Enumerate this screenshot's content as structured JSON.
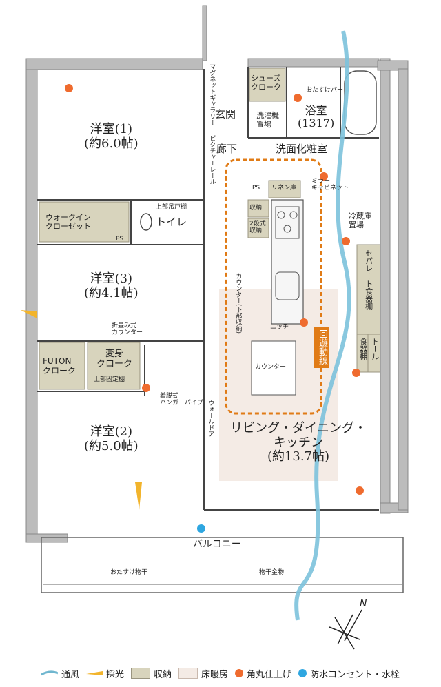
{
  "rooms": {
    "western1": {
      "name": "洋室(1)",
      "size": "(約6.0帖)"
    },
    "western3": {
      "name": "洋室(3)",
      "size": "(約4.1帖)"
    },
    "western2": {
      "name": "洋室(2)",
      "size": "(約5.0帖)"
    },
    "ldk": {
      "name1": "リビング・ダイニング・",
      "name2": "キッチン",
      "size": "(約13.7帖)"
    },
    "bath": {
      "name": "浴室",
      "size": "(1317)"
    },
    "entrance": "玄関",
    "hallway": "廊下",
    "washroom": "洗面化粧室",
    "toilet": "トイレ",
    "balcony": "バルコニー"
  },
  "storage": {
    "walkin": [
      "ウォークイン",
      "クローゼット"
    ],
    "shoes": [
      "シューズ",
      "クローク"
    ],
    "futon": [
      "FUTON",
      "クローク"
    ],
    "henshin": [
      "変身",
      "クローク"
    ],
    "linen": "リネン庫",
    "shuno": "収納",
    "nidan": [
      "2段式",
      "収納"
    ],
    "separate": "セパレート食器棚",
    "shokki": "食器棚",
    "tall": "トール"
  },
  "labels": {
    "washer": [
      "洗濯機",
      "置場"
    ],
    "fridge": [
      "冷蔵庫",
      "置場"
    ],
    "ps1": "PS",
    "ps2": "PS",
    "mirror": [
      "ミラー",
      "キャビネット"
    ],
    "otasuke_bar": "おたすけバー",
    "magnet_gallery": "マグネットギャラリー",
    "picture_rail": "ピクチャーレール",
    "upper_cabinet": "上部吊戸棚",
    "counter_under": "カウンター(下部収納)",
    "niche": "ニッチ",
    "counter": "カウンター",
    "folding_counter": [
      "折畳み式",
      "カウンター"
    ],
    "upper_shelf": "上部固定棚",
    "hanger": [
      "着脱式",
      "ハンガーパイプ"
    ],
    "wall_door": "ウォールドア",
    "otasuke_dry": "おたすけ物干",
    "monohoshi": "物干金物",
    "circulation": "回遊動線",
    "north": "N"
  },
  "legend": [
    {
      "label": "通風",
      "icon": "wind-icon",
      "color": "#6fb6cf"
    },
    {
      "label": "採光",
      "icon": "light-icon",
      "color": "#f2b42c"
    },
    {
      "label": "収納",
      "icon": "storage-swatch",
      "color": "#d8d4bd"
    },
    {
      "label": "床暖房",
      "icon": "floor-heating-swatch",
      "color": "#f4ebe5"
    },
    {
      "label": "角丸仕上げ",
      "icon": "rounded-corner-dot",
      "color": "#ef6b2e"
    },
    {
      "label": "防水コンセント・水栓",
      "icon": "waterproof-dot",
      "color": "#2ea6e0"
    }
  ]
}
